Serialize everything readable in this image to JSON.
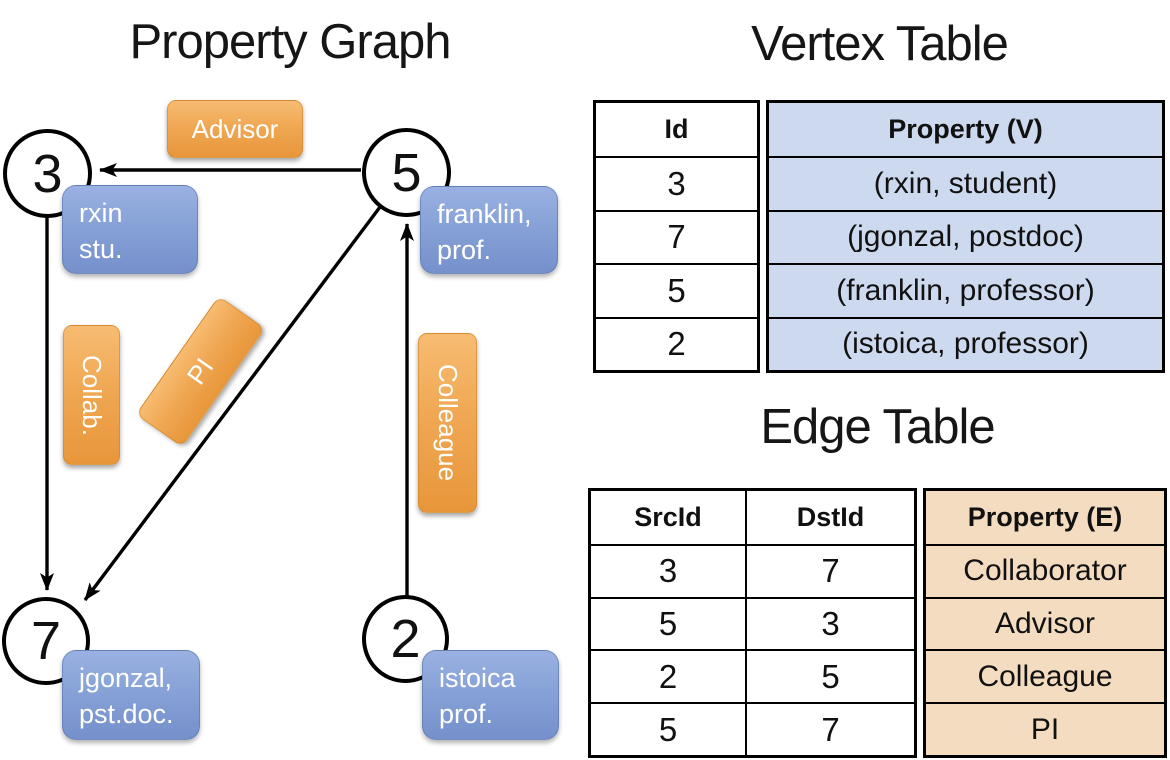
{
  "graph": {
    "title": "Property Graph",
    "nodes": {
      "n3": {
        "id": "3",
        "prop_line1": "rxin",
        "prop_line2": "stu."
      },
      "n5": {
        "id": "5",
        "prop_line1": "franklin,",
        "prop_line2": "prof."
      },
      "n7": {
        "id": "7",
        "prop_line1": "jgonzal,",
        "prop_line2": "pst.doc."
      },
      "n2": {
        "id": "2",
        "prop_line1": "istoica",
        "prop_line2": "prof."
      }
    },
    "edges": {
      "advisor": {
        "label": "Advisor",
        "src": "5",
        "dst": "3"
      },
      "collab": {
        "label": "Collab.",
        "src": "3",
        "dst": "7"
      },
      "pi": {
        "label": "PI",
        "src": "5",
        "dst": "7"
      },
      "colleague": {
        "label": "Colleague",
        "src": "2",
        "dst": "5"
      }
    }
  },
  "vertex_table": {
    "title": "Vertex Table",
    "columns": {
      "id": "Id",
      "property": "Property (V)"
    },
    "rows": [
      {
        "id": "3",
        "property": "(rxin, student)"
      },
      {
        "id": "7",
        "property": "(jgonzal, postdoc)"
      },
      {
        "id": "5",
        "property": "(franklin, professor)"
      },
      {
        "id": "2",
        "property": "(istoica, professor)"
      }
    ]
  },
  "edge_table": {
    "title": "Edge Table",
    "columns": {
      "src": "SrcId",
      "dst": "DstId",
      "property": "Property (E)"
    },
    "rows": [
      {
        "src": "3",
        "dst": "7",
        "property": "Collaborator"
      },
      {
        "src": "5",
        "dst": "3",
        "property": "Advisor"
      },
      {
        "src": "2",
        "dst": "5",
        "property": "Colleague"
      },
      {
        "src": "5",
        "dst": "7",
        "property": "PI"
      }
    ]
  },
  "colors": {
    "edge_label_fill": "#F0A854",
    "vertex_label_fill": "#87A2D7",
    "vertex_table_cell_bg": "#CDD9EE",
    "edge_table_cell_bg": "#F4DCC1",
    "line_color": "#000000"
  }
}
